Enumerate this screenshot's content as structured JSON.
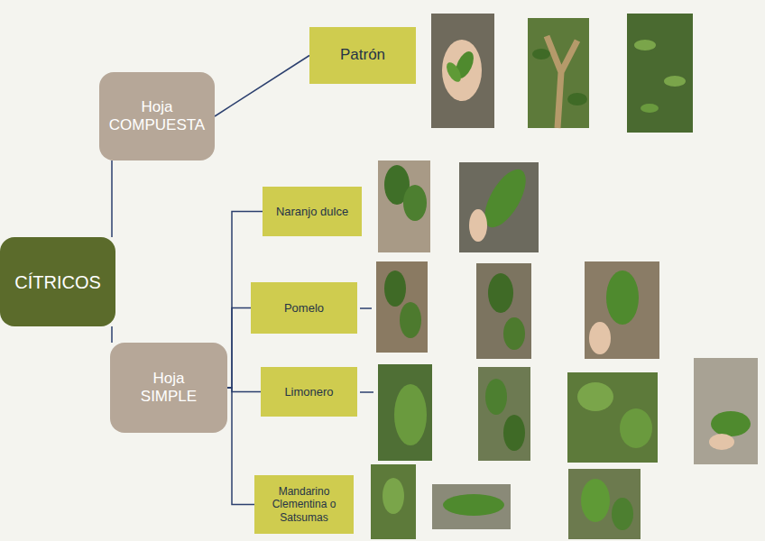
{
  "diagram": {
    "nodes": [
      {
        "text": [
          "CÍTRICOS"
        ]
      },
      {
        "text": [
          "Hoja COMPUESTA"
        ]
      },
      {
        "text": [
          "Patrón"
        ]
      },
      {
        "text": [
          "Hoja SIMPLE"
        ]
      },
      {
        "text": [
          "Naranjo dulce"
        ]
      },
      {
        "text": [
          "Pomelo"
        ]
      },
      {
        "text": [
          "Limonero"
        ]
      },
      {
        "text": [
          "Mandarino Clementina o Satsumas"
        ]
      }
    ],
    "edges": [
      {
        "from": 0,
        "to": 1,
        "arrow": "none"
      },
      {
        "from": 0,
        "to": 3,
        "arrow": "none"
      },
      {
        "from": 1,
        "to": 2,
        "arrow": "none"
      },
      {
        "from": 3,
        "to": 4,
        "arrow": "none"
      },
      {
        "from": 3,
        "to": 5,
        "arrow": "none"
      },
      {
        "from": 3,
        "to": 6,
        "arrow": "none"
      },
      {
        "from": 3,
        "to": 7,
        "arrow": "none"
      }
    ]
  }
}
